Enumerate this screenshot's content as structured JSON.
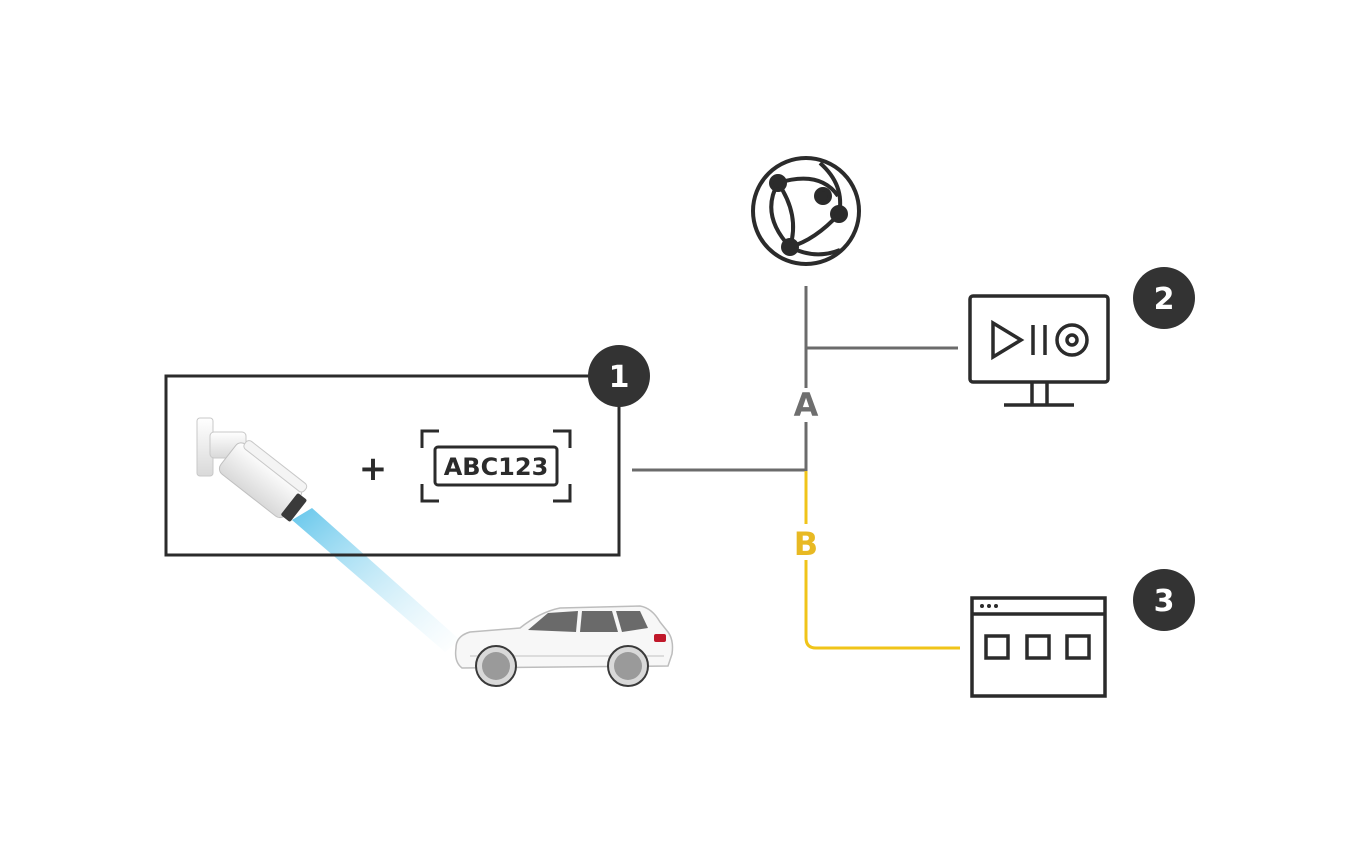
{
  "callouts": [
    "1",
    "2",
    "3"
  ],
  "connection_labels": {
    "a": "A",
    "b": "B"
  },
  "plate": {
    "text": "ABC123"
  },
  "plus_sign": "+",
  "colors": {
    "line_gray": "#6b6b6b",
    "line_yellow": "#f0c419",
    "icon_dark": "#2b2b2b",
    "callout_bg": "#333333",
    "callout_text": "#ffffff",
    "label_a": "#6e6e6e",
    "label_b": "#e8b923",
    "beam": "#7fd0ee"
  },
  "icons": [
    "camera-icon",
    "license-plate-icon",
    "globe-network-icon",
    "monitor-media-icon",
    "browser-window-icon",
    "car-icon"
  ]
}
